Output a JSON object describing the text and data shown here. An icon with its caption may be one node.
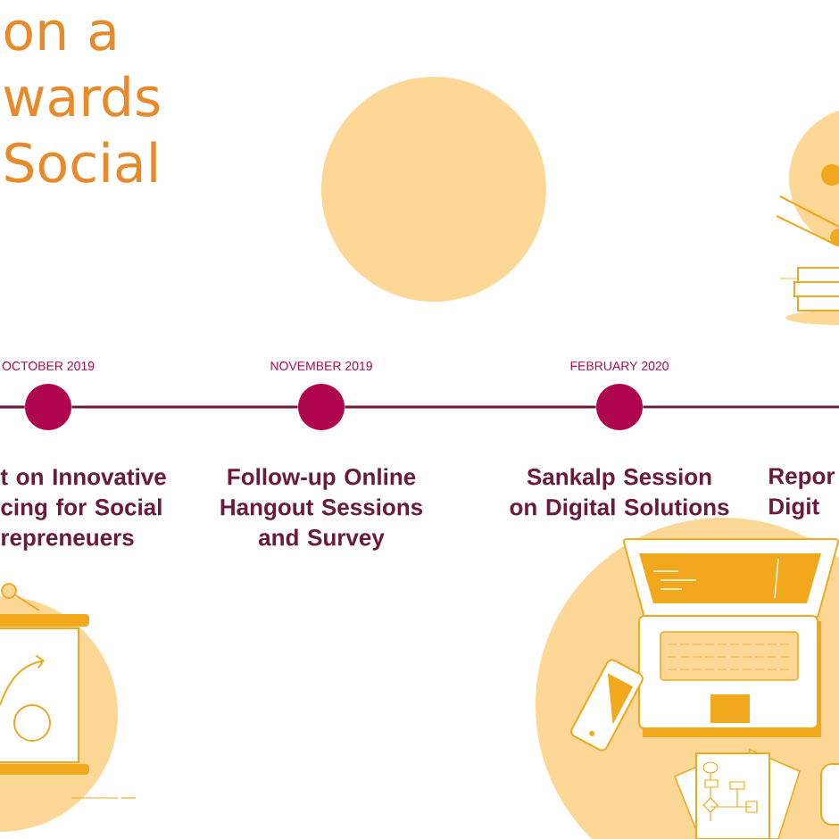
{
  "diagram": {
    "title": "on a wards Social",
    "nodes": [
      {
        "text": [
          "OCTOBER 2019",
          "t on Innovative cing for Social repreneuers"
        ]
      },
      {
        "text": [
          "NOVEMBER 2019",
          "Follow-up Online Hangout Sessions and Survey"
        ]
      },
      {
        "text": [
          "FEBRUARY 2020",
          "Sankalp Session on Digital Solutions"
        ]
      }
    ],
    "edges": [
      {
        "from": null,
        "to": 0,
        "arrow": "none"
      },
      {
        "from": 0,
        "to": 1,
        "arrow": "none"
      },
      {
        "from": 1,
        "to": 2,
        "arrow": "none"
      },
      {
        "from": 2,
        "to": null,
        "arrow": "none"
      }
    ],
    "labels": [
      "Repor Digit"
    ]
  }
}
